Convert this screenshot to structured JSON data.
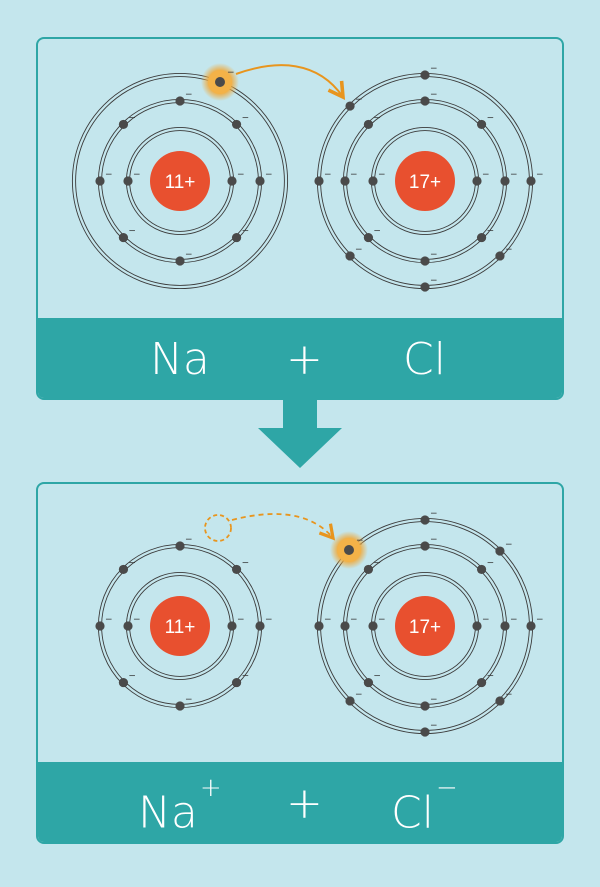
{
  "top": {
    "sodium": {
      "nucleus_label": "11+",
      "shells": [
        2,
        8,
        1
      ]
    },
    "chlorine": {
      "nucleus_label": "17+",
      "shells": [
        2,
        8,
        7
      ]
    },
    "equation": {
      "left": "Na",
      "operator": "+",
      "right": "Cl"
    }
  },
  "bottom": {
    "sodium": {
      "nucleus_label": "11+",
      "shells": [
        2,
        8
      ]
    },
    "chlorine": {
      "nucleus_label": "17+",
      "shells": [
        2,
        8,
        8
      ]
    },
    "equation": {
      "left": "Na",
      "left_charge": "+",
      "operator": "+",
      "right": "Cl",
      "right_charge": "−"
    }
  },
  "electron_sign": "−",
  "colors": {
    "background": "#c4e6ed",
    "teal": "#2ea6a6",
    "nucleus": "#e8502f",
    "transfer": "#e8951e",
    "electron": "#4a4a4a"
  }
}
